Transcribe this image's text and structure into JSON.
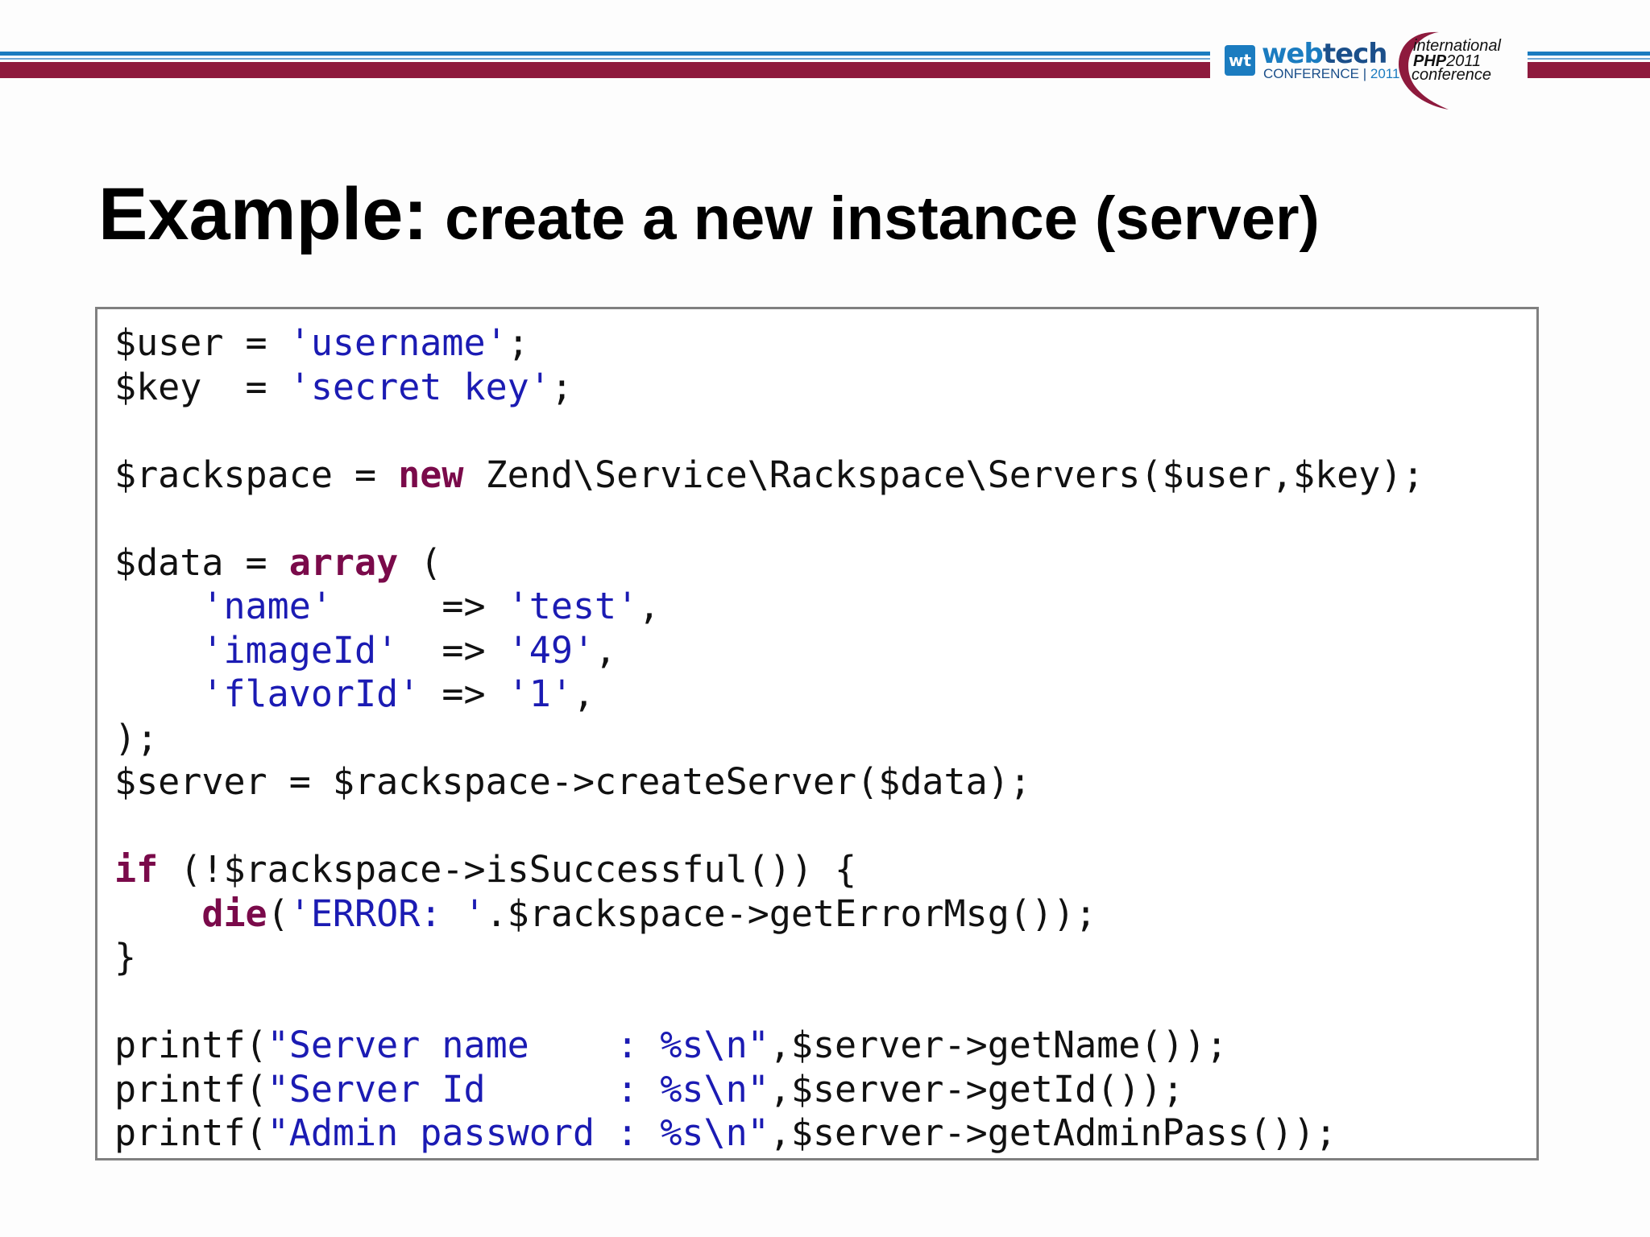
{
  "header": {
    "webtech_logo": {
      "box_text": "wt",
      "name_web": "web",
      "name_tech": "tech",
      "sub": "CONFERENCE",
      "sub_sep": " | ",
      "year": "2011"
    },
    "php_logo": {
      "line1": "international",
      "line2_bold": "PHP",
      "line2_rest": "2011",
      "line3": "conference"
    },
    "colors": {
      "blue": "#1b7cc0",
      "red": "#8e1a3d"
    }
  },
  "title": {
    "main": "Example:",
    "sub": " create a new instance (server)"
  },
  "code": {
    "lines": [
      [
        {
          "t": "$user = ",
          "c": "plain"
        },
        {
          "t": "'username'",
          "c": "str"
        },
        {
          "t": ";",
          "c": "plain"
        }
      ],
      [
        {
          "t": "$key  = ",
          "c": "plain"
        },
        {
          "t": "'secret key'",
          "c": "str"
        },
        {
          "t": ";",
          "c": "plain"
        }
      ],
      [],
      [
        {
          "t": "$rackspace = ",
          "c": "plain"
        },
        {
          "t": "new",
          "c": "kw"
        },
        {
          "t": " Zend\\Service\\Rackspace\\Servers($user,$key);",
          "c": "plain"
        }
      ],
      [],
      [
        {
          "t": "$data = ",
          "c": "plain"
        },
        {
          "t": "array",
          "c": "kw"
        },
        {
          "t": " (",
          "c": "plain"
        }
      ],
      [
        {
          "t": "    ",
          "c": "plain"
        },
        {
          "t": "'name'",
          "c": "str"
        },
        {
          "t": "     => ",
          "c": "plain"
        },
        {
          "t": "'test'",
          "c": "str"
        },
        {
          "t": ",",
          "c": "plain"
        }
      ],
      [
        {
          "t": "    ",
          "c": "plain"
        },
        {
          "t": "'imageId'",
          "c": "str"
        },
        {
          "t": "  => ",
          "c": "plain"
        },
        {
          "t": "'49'",
          "c": "str"
        },
        {
          "t": ",",
          "c": "plain"
        }
      ],
      [
        {
          "t": "    ",
          "c": "plain"
        },
        {
          "t": "'flavorId'",
          "c": "str"
        },
        {
          "t": " => ",
          "c": "plain"
        },
        {
          "t": "'1'",
          "c": "str"
        },
        {
          "t": ",",
          "c": "plain"
        }
      ],
      [
        {
          "t": ");",
          "c": "plain"
        }
      ],
      [
        {
          "t": "$server = $rackspace->createServer($data);",
          "c": "plain"
        }
      ],
      [],
      [
        {
          "t": "if",
          "c": "kw"
        },
        {
          "t": " (!$rackspace->isSuccessful()) {",
          "c": "plain"
        }
      ],
      [
        {
          "t": "    ",
          "c": "plain"
        },
        {
          "t": "die",
          "c": "kw"
        },
        {
          "t": "(",
          "c": "plain"
        },
        {
          "t": "'ERROR: '",
          "c": "str"
        },
        {
          "t": ".$rackspace->getErrorMsg());",
          "c": "plain"
        }
      ],
      [
        {
          "t": "}",
          "c": "plain"
        }
      ],
      [],
      [
        {
          "t": "printf(",
          "c": "plain"
        },
        {
          "t": "\"Server name    : %s\\n\"",
          "c": "str"
        },
        {
          "t": ",$server->getName());",
          "c": "plain"
        }
      ],
      [
        {
          "t": "printf(",
          "c": "plain"
        },
        {
          "t": "\"Server Id      : %s\\n\"",
          "c": "str"
        },
        {
          "t": ",$server->getId());",
          "c": "plain"
        }
      ],
      [
        {
          "t": "printf(",
          "c": "plain"
        },
        {
          "t": "\"Admin password : %s\\n\"",
          "c": "str"
        },
        {
          "t": ",$server->getAdminPass());",
          "c": "plain"
        }
      ]
    ]
  }
}
